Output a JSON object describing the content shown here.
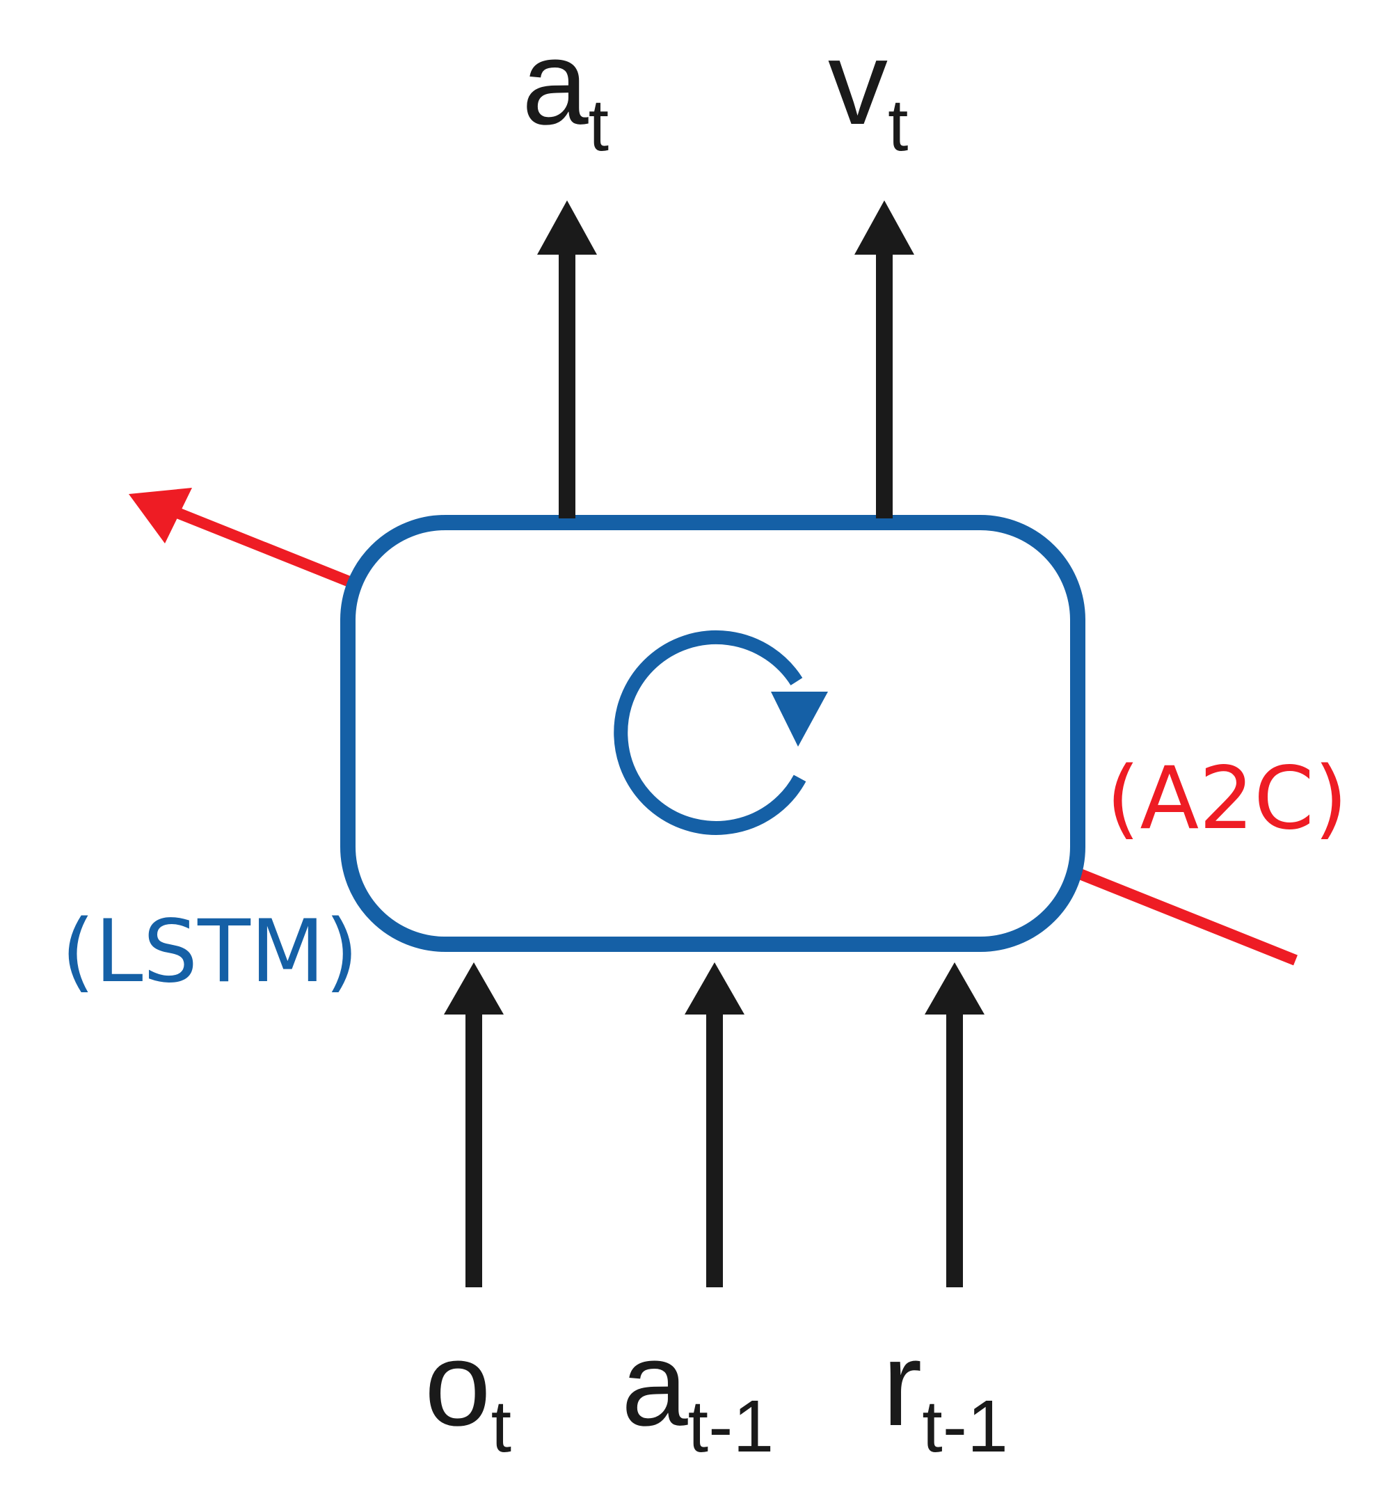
{
  "diagram": {
    "outputs": [
      {
        "id": "action",
        "symbol": "a",
        "subscript": "t"
      },
      {
        "id": "value",
        "symbol": "v",
        "subscript": "t"
      }
    ],
    "inputs": [
      {
        "id": "observation",
        "symbol": "o",
        "subscript": "t"
      },
      {
        "id": "prev-action",
        "symbol": "a",
        "subscript": "t-1"
      },
      {
        "id": "prev-reward",
        "symbol": "r",
        "subscript": "t-1"
      }
    ],
    "core_label": "(LSTM)",
    "algorithm_label": "(A2C)",
    "colors": {
      "core": "#1560a6",
      "algorithm": "#ee1c24",
      "arrows": "#1a1a1a"
    },
    "icons": {
      "recurrence": "circular-arrow-icon"
    }
  }
}
